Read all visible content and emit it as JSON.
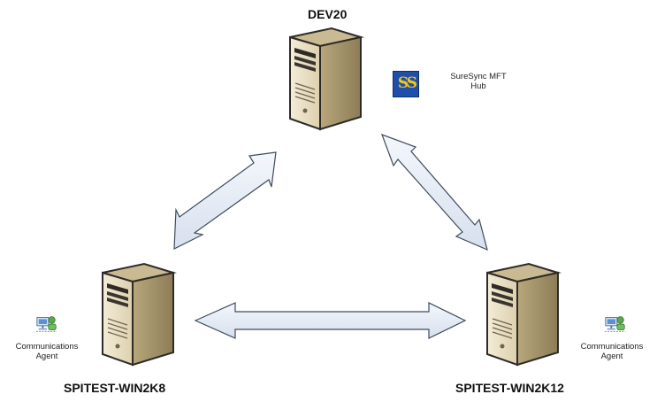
{
  "nodes": {
    "hub": {
      "name": "DEV20",
      "badge_text": "SureSync MFT Hub",
      "badge_lines": [
        "SureSync MFT",
        "Hub"
      ],
      "logo_text": "SS"
    },
    "left": {
      "name": "SPITEST-WIN2K8",
      "agent_lines": [
        "Communications",
        "Agent"
      ]
    },
    "right": {
      "name": "SPITEST-WIN2K12",
      "agent_lines": [
        "Communications",
        "Agent"
      ]
    }
  },
  "links": [
    {
      "from": "hub",
      "to": "left",
      "direction": "bidirectional"
    },
    {
      "from": "hub",
      "to": "right",
      "direction": "bidirectional"
    },
    {
      "from": "left",
      "to": "right",
      "direction": "bidirectional"
    }
  ],
  "colors": {
    "arrow_fill": "#e6ecf6",
    "arrow_stroke": "#3f4b5c",
    "server_front": "#e9dfc3",
    "server_side": "#b3a378",
    "server_bezel": "#2e2b26",
    "logo_bg": "#1f4fa8",
    "logo_text": "#f5c518"
  }
}
